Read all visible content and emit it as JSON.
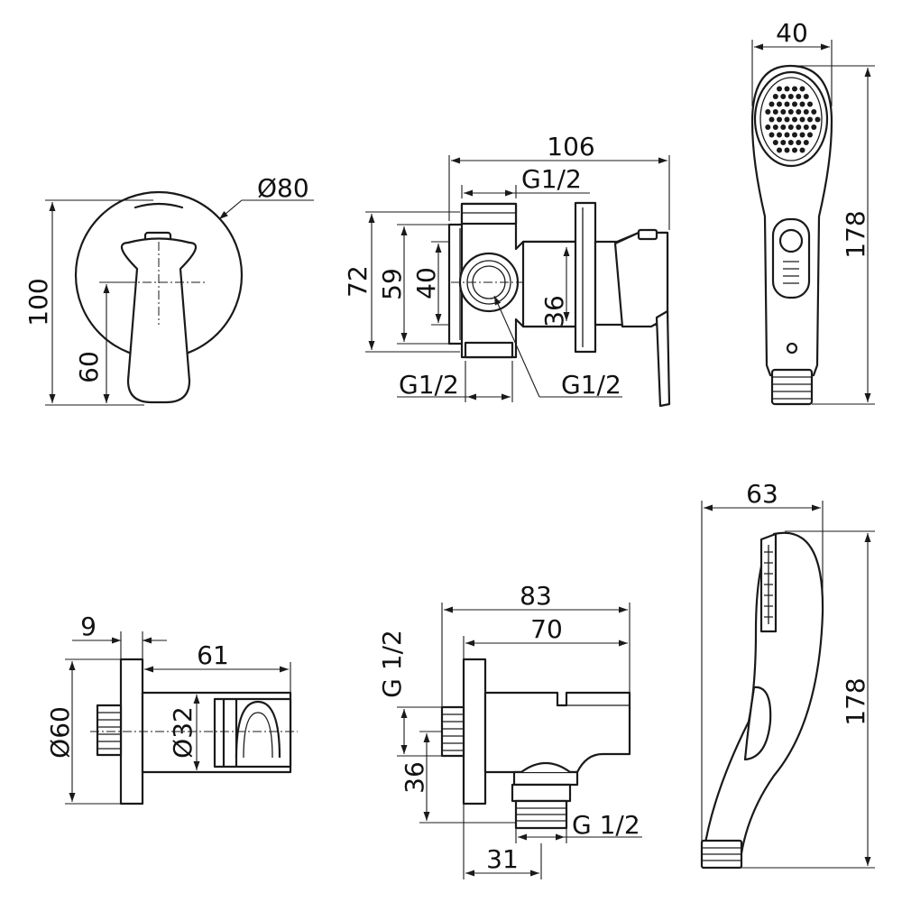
{
  "colors": {
    "line": "#1a1a1a",
    "background": "#ffffff"
  },
  "mixer_front": {
    "diameter": "Ø80",
    "height": "100",
    "handle": "60"
  },
  "mixer_side": {
    "length": "106",
    "thread_top": "G1/2",
    "h72": "72",
    "h59": "59",
    "h40": "40",
    "h36": "36",
    "thread_bottom_left": "G1/2",
    "thread_bottom_right": "G1/2"
  },
  "hand_shower_front": {
    "width": "40",
    "length": "178"
  },
  "holder": {
    "flange": "9",
    "depth": "61",
    "diameter_flange": "Ø60",
    "diameter_body": "Ø32"
  },
  "wall_outlet": {
    "length": "83",
    "body": "70",
    "thread_wall": "G 1/2",
    "height": "36",
    "thread_outlet": "G 1/2",
    "outlet_offset": "31"
  },
  "hand_shower_side": {
    "width": "63",
    "length": "178"
  }
}
